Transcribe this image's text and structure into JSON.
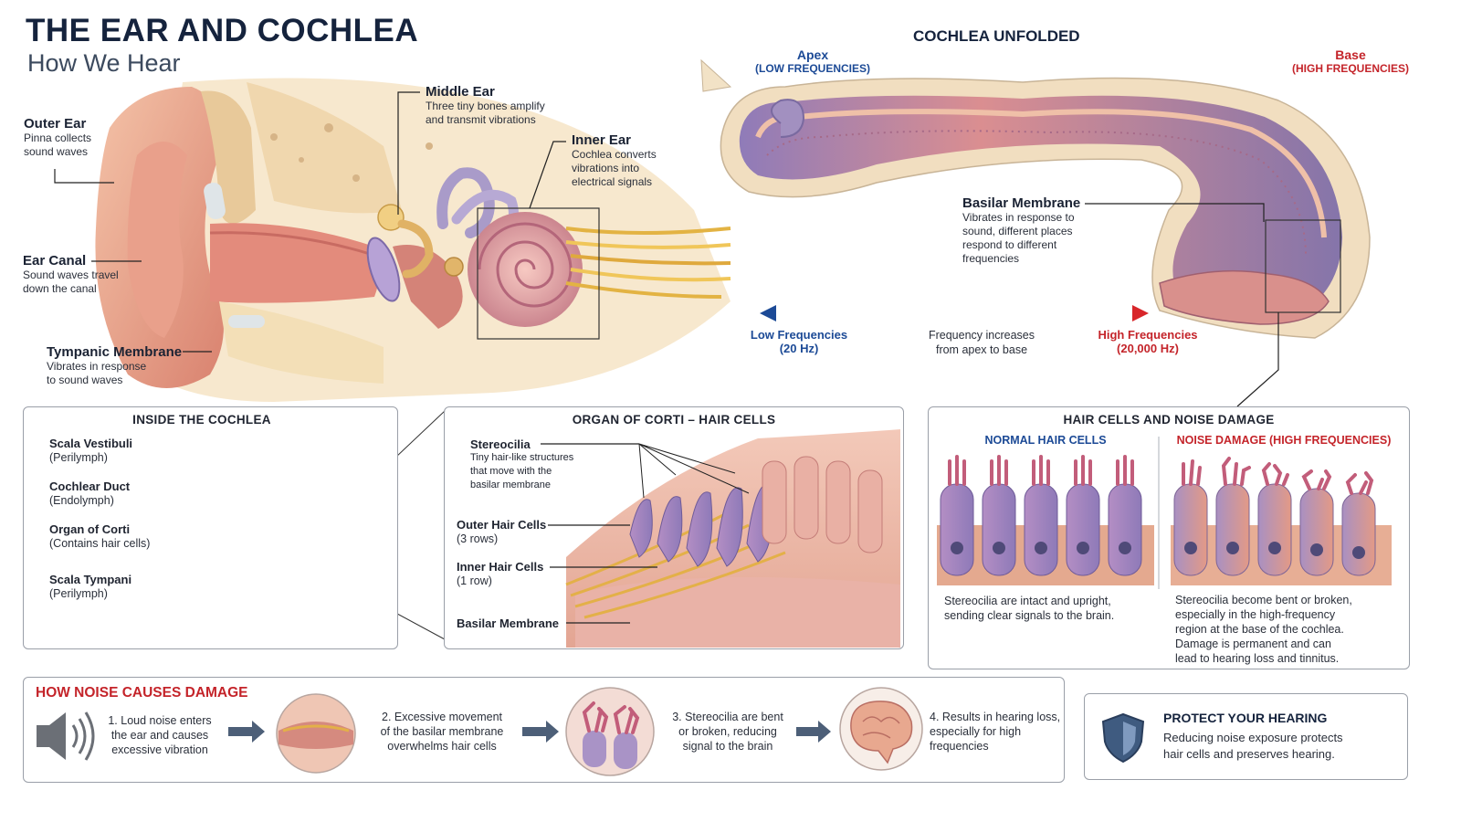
{
  "header": {
    "title": "THE EAR AND COCHLEA",
    "subtitle": "How We Hear"
  },
  "ear": {
    "outer": {
      "title": "Outer Ear",
      "desc": [
        "Pinna collects",
        "sound waves"
      ]
    },
    "canal": {
      "title": "Ear Canal",
      "desc": [
        "Sound waves travel",
        "down the canal"
      ]
    },
    "tympanic": {
      "title": "Tympanic Membrane",
      "desc": [
        "Vibrates in response",
        "to sound waves"
      ]
    },
    "middle": {
      "title": "Middle Ear",
      "desc": [
        "Three tiny bones amplify",
        "and transmit vibrations"
      ]
    },
    "inner": {
      "title": "Inner Ear",
      "desc": [
        "Cochlea converts",
        "vibrations into",
        "electrical signals"
      ]
    }
  },
  "unfolded": {
    "title": "COCHLEA UNFOLDED",
    "apex": {
      "title": "Apex",
      "sub": "(LOW FREQUENCIES)"
    },
    "base": {
      "title": "Base",
      "sub": "(HIGH FREQUENCIES)"
    },
    "basilar": {
      "title": "Basilar Membrane",
      "desc": [
        "Vibrates in response to",
        "sound, different places",
        "respond to different",
        "frequencies"
      ]
    },
    "low": {
      "title": "Low Frequencies",
      "hz": "(20 Hz)"
    },
    "mid": [
      "Frequency increases",
      "from apex to base"
    ],
    "high": {
      "title": "High Frequencies",
      "hz": "(20,000 Hz)"
    }
  },
  "inside": {
    "title": "INSIDE THE COCHLEA",
    "items": [
      {
        "name": "Scala Vestibuli",
        "sub": "(Perilymph)"
      },
      {
        "name": "Cochlear Duct",
        "sub": "(Endolymph)"
      },
      {
        "name": "Organ of Corti",
        "sub": "(Contains hair cells)"
      },
      {
        "name": "Scala Tympani",
        "sub": "(Perilymph)"
      }
    ]
  },
  "corti": {
    "title": "ORGAN OF CORTI – HAIR CELLS",
    "stereocilia": {
      "name": "Stereocilia",
      "desc": [
        "Tiny hair-like structures",
        "that move with the",
        "basilar membrane"
      ]
    },
    "outer": {
      "name": "Outer Hair Cells",
      "sub": "(3 rows)"
    },
    "inner": {
      "name": "Inner Hair Cells",
      "sub": "(1 row)"
    },
    "basilar": {
      "name": "Basilar Membrane"
    }
  },
  "damage": {
    "title": "HAIR CELLS AND NOISE DAMAGE",
    "normal": {
      "title": "NORMAL HAIR CELLS",
      "desc": [
        "Stereocilia are intact and upright,",
        "sending clear signals to the brain."
      ]
    },
    "noise": {
      "title": "NOISE DAMAGE (HIGH FREQUENCIES)",
      "desc": [
        "Stereocilia become bent or broken,",
        "especially in the high-frequency",
        "region at the base of the cochlea.",
        "Damage is permanent and can",
        "lead to hearing loss and tinnitus."
      ]
    }
  },
  "how": {
    "title": "HOW NOISE CAUSES DAMAGE",
    "steps": [
      [
        "1. Loud noise enters",
        "the ear and causes",
        "excessive vibration"
      ],
      [
        "2. Excessive movement",
        "of the basilar membrane",
        "overwhelms hair cells"
      ],
      [
        "3. Stereocilia are bent",
        "or broken, reducing",
        "signal to the brain"
      ],
      [
        "4. Results in hearing loss,",
        "especially for high",
        "frequencies"
      ]
    ]
  },
  "protect": {
    "title": "PROTECT YOUR HEARING",
    "desc": [
      "Reducing noise exposure protects",
      "hair cells and preserves hearing."
    ]
  },
  "colors": {
    "blue": "#1c4a96",
    "red": "#c4242a",
    "navy": "#15233d"
  }
}
